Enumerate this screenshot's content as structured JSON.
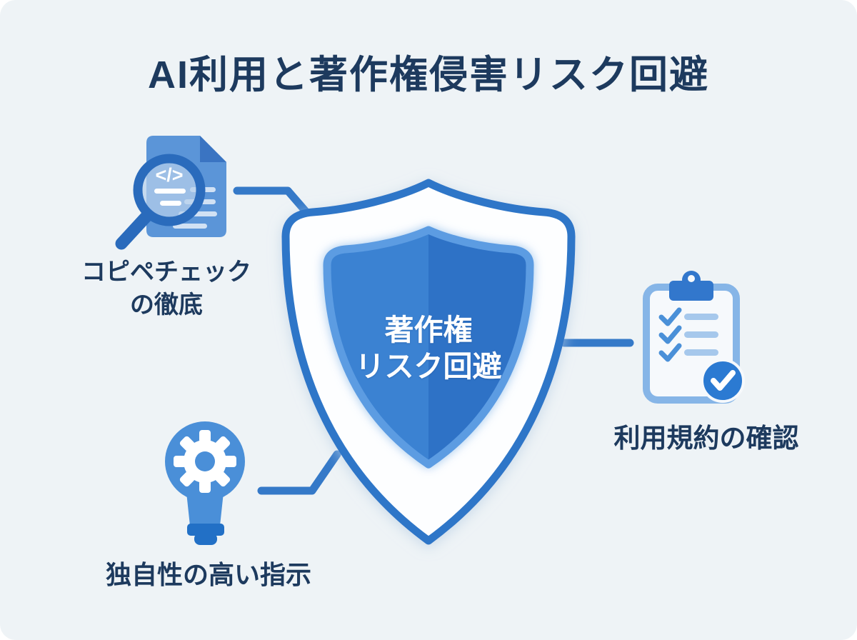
{
  "title": "AI利用と著作権侵害リスク回避",
  "shield": {
    "line1": "著作権",
    "line2": "リスク回避"
  },
  "nodes": {
    "copy_check": {
      "line1": "コピペチェック",
      "line2": "の徹底"
    },
    "unique_prompt": {
      "label": "独自性の高い指示"
    },
    "terms": {
      "label": "利用規約の確認"
    }
  },
  "glyphs": {
    "code": "</>"
  },
  "colors": {
    "background": "#eef3f6",
    "text_navy": "#1d3a5e",
    "connector": "#3579c8",
    "shield_outline": "#2d76c8",
    "shield_fill": "#fdfeff",
    "inner_border": "#5c9ce2",
    "inner_left": "#3b82d2",
    "inner_right": "#2f72c6",
    "doc_fill": "#5b95d8",
    "doc_fold": "#3a74c2",
    "magnifier_blue": "#2a6bbc",
    "lens_fill": "#b7d0ec",
    "bulb_blue": "#4a8fd8",
    "bulb_base": "#2270c6",
    "clip_blue": "#3277cc",
    "board_border": "#86b5e7",
    "board_fill": "#f6f9fc",
    "check_blue": "#4a90d8",
    "list_line_light": "#a6c8ec",
    "badge_blue": "#2b7ad2"
  }
}
